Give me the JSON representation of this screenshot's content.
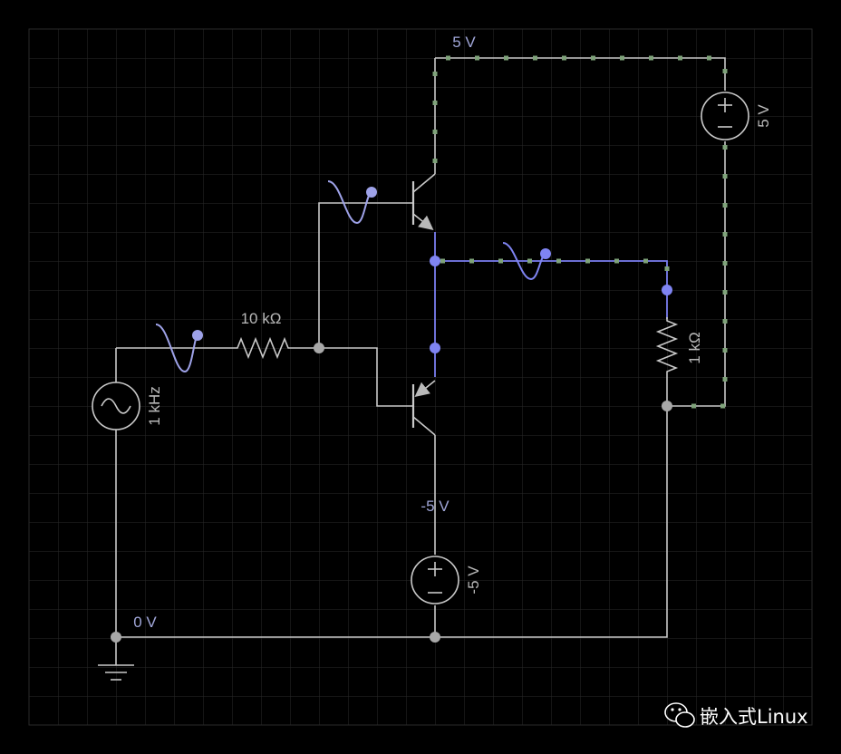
{
  "labels": {
    "vcc_net": "5 V",
    "vcc_source": "5 V",
    "vee_net": "-5 V",
    "vee_source": "-5 V",
    "ground_net": "0 V",
    "input_resistor": "10 kΩ",
    "load_resistor": "1 kΩ",
    "signal_source": "1 kHz"
  },
  "watermark": {
    "text": "嵌入式Linux",
    "icon": "wechat-icon"
  },
  "colors": {
    "background": "#000000",
    "grid": "#2a2a2a",
    "wire": "#c9c9c9",
    "output_wire": "#7a7ef0",
    "current_dots": "#7fa37a",
    "scope_trace": "#9ea2e8"
  }
}
